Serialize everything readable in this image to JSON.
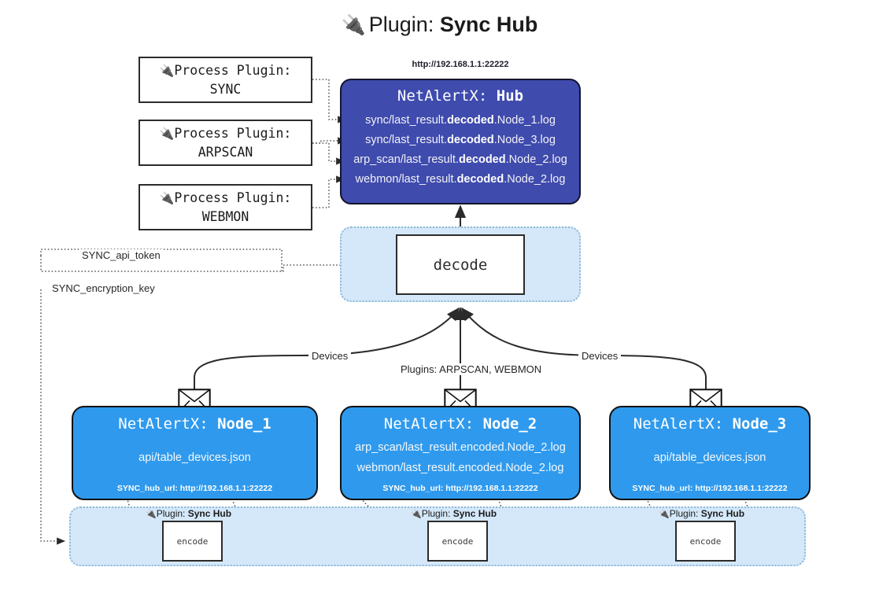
{
  "title": {
    "icon": "plug-icon",
    "prefix": "Plugin: ",
    "name": "Sync Hub"
  },
  "process_plugins": [
    {
      "icon": "plug-icon",
      "line1": "Process Plugin:",
      "line2": "SYNC"
    },
    {
      "icon": "plug-icon",
      "line1": "Process Plugin:",
      "line2": "ARPSCAN"
    },
    {
      "icon": "plug-icon",
      "line1": "Process Plugin:",
      "line2": "WEBMON"
    }
  ],
  "hub": {
    "url": "http://192.168.1.1:22222",
    "title_prefix": "NetAlertX: ",
    "title_name": "Hub",
    "color": "#3f4bad",
    "lines": [
      {
        "pre": "sync/last_result.",
        "mid": "decoded",
        "post": ".Node_1.log"
      },
      {
        "pre": "sync/last_result.",
        "mid": "decoded",
        "post": ".Node_3.log"
      },
      {
        "pre": "arp_scan/last_result.",
        "mid": "decoded",
        "post": ".Node_2.log"
      },
      {
        "pre": "webmon/last_result.",
        "mid": "decoded",
        "post": ".Node_2.log"
      }
    ]
  },
  "decode": {
    "label": "decode",
    "container_color": "#d4e8fa"
  },
  "secrets": {
    "api_token": "SYNC_api_token",
    "encryption_key": "SYNC_encryption_key"
  },
  "edge_labels": {
    "devices_left": "Devices",
    "plugins_middle": "Plugins: ARPSCAN, WEBMON",
    "devices_right": "Devices"
  },
  "nodes": [
    {
      "title_prefix": "NetAlertX: ",
      "title_name": "Node_1",
      "color": "#2f9aed",
      "icon": "envelope-icon",
      "lines": [
        {
          "pre": "api/table_devices.json",
          "mid": "",
          "post": ""
        }
      ],
      "footer_key": "SYNC_hub_url: ",
      "footer_value": "http://192.168.1.1:22222"
    },
    {
      "title_prefix": "NetAlertX: ",
      "title_name": "Node_2",
      "color": "#2f9aed",
      "icon": "envelope-icon",
      "lines": [
        {
          "pre": "arp_scan/last_result.encoded.Node_2.log",
          "mid": "",
          "post": ""
        },
        {
          "pre": "webmon/last_result.encoded.Node_2.log",
          "mid": "",
          "post": ""
        }
      ],
      "footer_key": "SYNC_hub_url: ",
      "footer_value": "http://192.168.1.1:22222"
    },
    {
      "title_prefix": "NetAlertX: ",
      "title_name": "Node_3",
      "color": "#2f9aed",
      "icon": "envelope-icon",
      "lines": [
        {
          "pre": "api/table_devices.json",
          "mid": "",
          "post": ""
        }
      ],
      "footer_key": "SYNC_hub_url: ",
      "footer_value": "http://192.168.1.1:22222"
    }
  ],
  "encoders": [
    {
      "plugin_prefix": "Plugin: ",
      "plugin_name": "Sync Hub",
      "label": "encode"
    },
    {
      "plugin_prefix": "Plugin: ",
      "plugin_name": "Sync Hub",
      "label": "encode"
    },
    {
      "plugin_prefix": "Plugin: ",
      "plugin_name": "Sync Hub",
      "label": "encode"
    }
  ]
}
